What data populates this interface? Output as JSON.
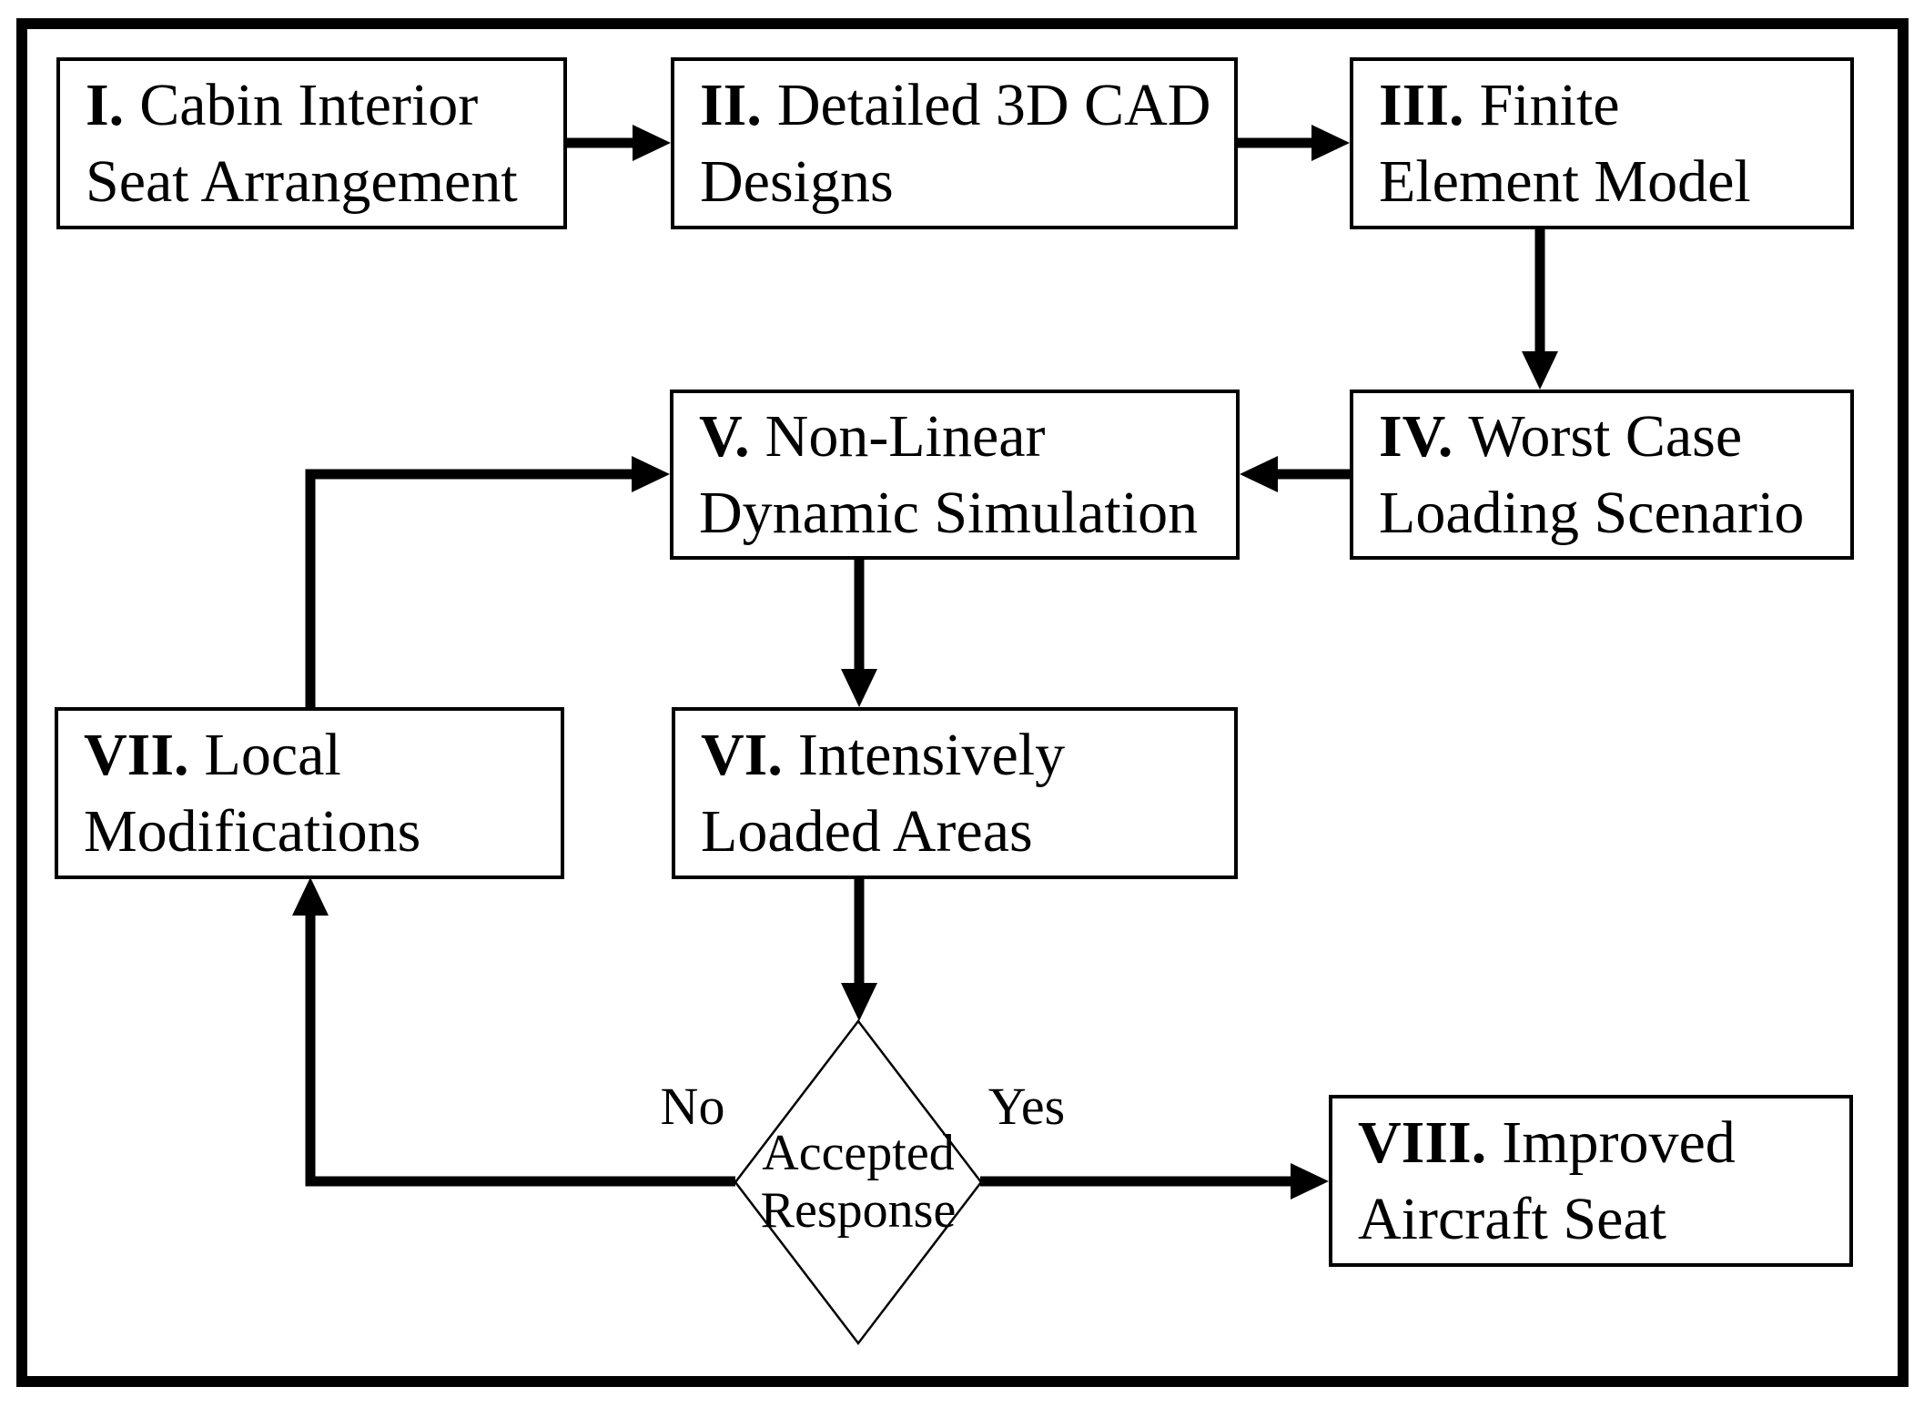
{
  "figure": {
    "background_color": "#ffffff",
    "line_color": "#000000",
    "type": "flowchart"
  },
  "boxes": [
    {
      "id": "box-1",
      "numeral": "I.",
      "line1": "Cabin Interior",
      "line2": "Seat Arrangement"
    },
    {
      "id": "box-2",
      "numeral": "II.",
      "line1": "Detailed 3D CAD",
      "line2": "Designs"
    },
    {
      "id": "box-3",
      "numeral": "III.",
      "line1": "Finite",
      "line2": "Element Model"
    },
    {
      "id": "box-4",
      "numeral": "IV.",
      "line1": "Worst Case",
      "line2": "Loading Scenario"
    },
    {
      "id": "box-5",
      "numeral": "V.",
      "line1": "Non-Linear",
      "line2": "Dynamic Simulation"
    },
    {
      "id": "box-6",
      "numeral": "VI.",
      "line1": "Intensively",
      "line2": "Loaded Areas"
    },
    {
      "id": "box-7",
      "numeral": "VII.",
      "line1": "Local",
      "line2": "Modifications"
    },
    {
      "id": "box-8",
      "numeral": "VIII.",
      "line1": "Improved",
      "line2": "Aircraft Seat"
    }
  ],
  "decision": {
    "line1": "Accepted",
    "line2": "Response"
  },
  "branch_labels": {
    "no": "No",
    "yes": "Yes"
  }
}
